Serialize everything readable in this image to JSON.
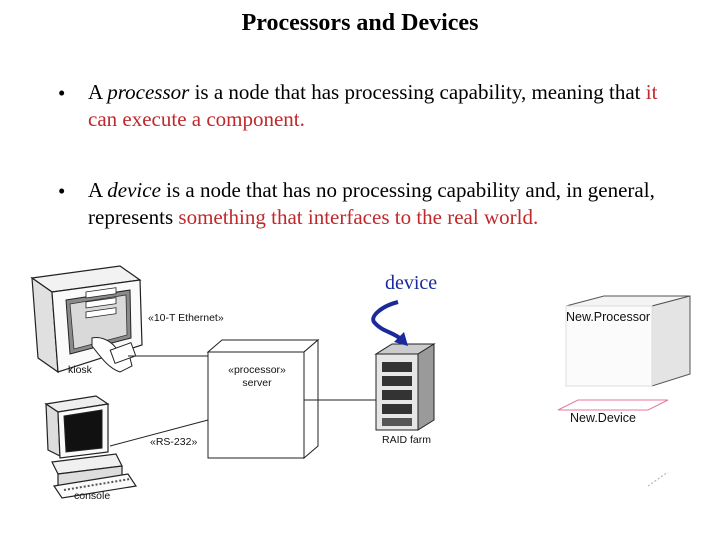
{
  "slide": {
    "title": "Processors and Devices",
    "bullets": [
      {
        "marker": "•",
        "prefix": "A ",
        "term": "processor",
        "middle": " is a node that has processing capability, meaning that ",
        "highlight": "it can execute a component."
      },
      {
        "marker": "•",
        "prefix": " A ",
        "term": "device",
        "middle": " is a node that has no processing capability  and, in general, represents ",
        "highlight": "something that interfaces to the real world."
      }
    ],
    "device_callout": "device"
  },
  "diagram": {
    "ethernet_label": "«10-T Ethernet»",
    "processor_stereotype": "«processor»",
    "processor_name": "server",
    "rs232_label": "«RS-232»",
    "kiosk_label": "kiosk",
    "console_label": "console",
    "raid_label": "RAID farm",
    "new_processor_label": "New.Processor",
    "new_device_label": "New.Device"
  },
  "colors": {
    "highlight": "#c0282b",
    "device_arrow": "#1a2a9a"
  }
}
